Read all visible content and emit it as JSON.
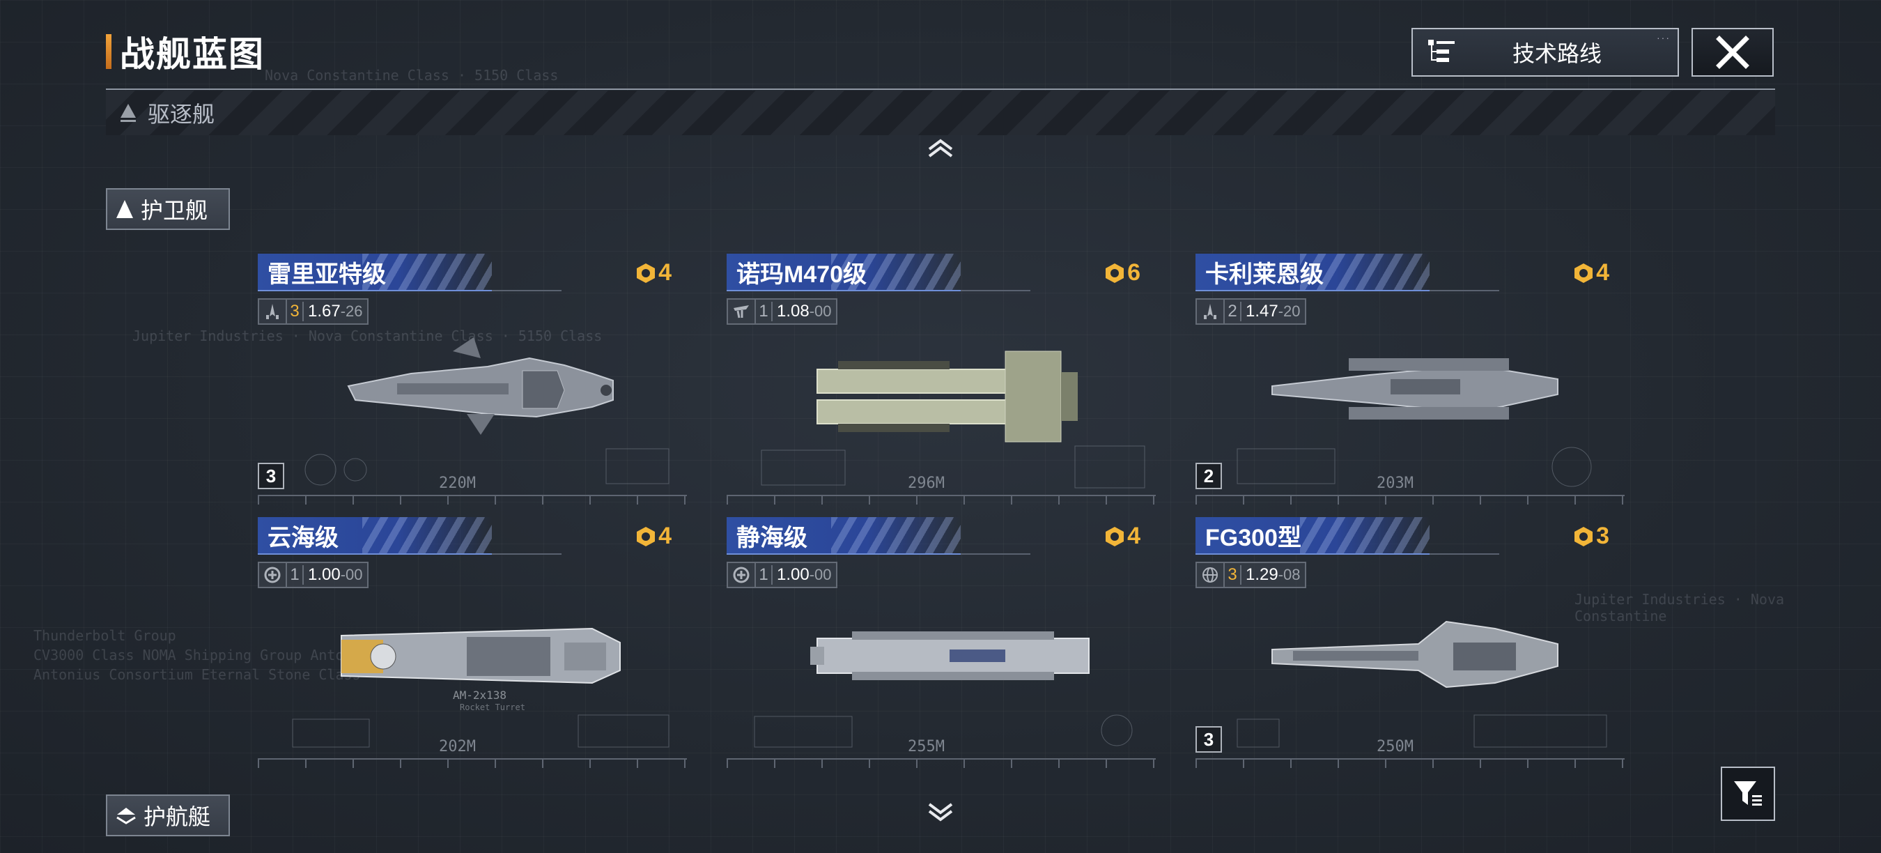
{
  "header": {
    "title": "战舰蓝图"
  },
  "toolbar": {
    "tech_route_label": "技术路线"
  },
  "categories": {
    "destroyer": "驱逐舰",
    "escort": "护卫舰",
    "guard": "护航艇"
  },
  "ships": [
    {
      "name": "雷里亚特级",
      "cost": "4",
      "level": "3",
      "speed_main": "1.67",
      "speed_sub": "-26",
      "length": "220M",
      "tier": "3",
      "level_gold": true
    },
    {
      "name": "诺玛M470级",
      "cost": "6",
      "level": "1",
      "speed_main": "1.08",
      "speed_sub": "-00",
      "length": "296M",
      "tier": "",
      "level_gold": false
    },
    {
      "name": "卡利莱恩级",
      "cost": "4",
      "level": "2",
      "speed_main": "1.47",
      "speed_sub": "-20",
      "length": "203M",
      "tier": "2",
      "level_gold": false
    },
    {
      "name": "云海级",
      "cost": "4",
      "level": "1",
      "speed_main": "1.00",
      "speed_sub": "-00",
      "length": "202M",
      "tier": "",
      "level_gold": false
    },
    {
      "name": "静海级",
      "cost": "4",
      "level": "1",
      "speed_main": "1.00",
      "speed_sub": "-00",
      "length": "255M",
      "tier": "",
      "level_gold": false
    },
    {
      "name": "FG300型",
      "cost": "3",
      "level": "3",
      "speed_main": "1.29",
      "speed_sub": "-08",
      "length": "250M",
      "tier": "3",
      "level_gold": true
    }
  ],
  "blueprint_text": {
    "tl": "Nova Constantine Class · 5150 Class",
    "ml": "Jupiter Industries · Nova Constantine Class · 5150 Class",
    "bl1": "Thunderbolt Group",
    "bl2": "CV3000 Class NOMA Shipping Group Antonius Cor",
    "bl3": "Antonius Consortium Eternal Stone Class",
    "br": "Jupiter Industries · Nova Constantine",
    "turret": "AM-2x138",
    "turret_sub": "Rocket Turret"
  },
  "colors": {
    "accent": "#f2a33a",
    "title_bar": "#2f4fa3",
    "cost": "#f2b538"
  }
}
